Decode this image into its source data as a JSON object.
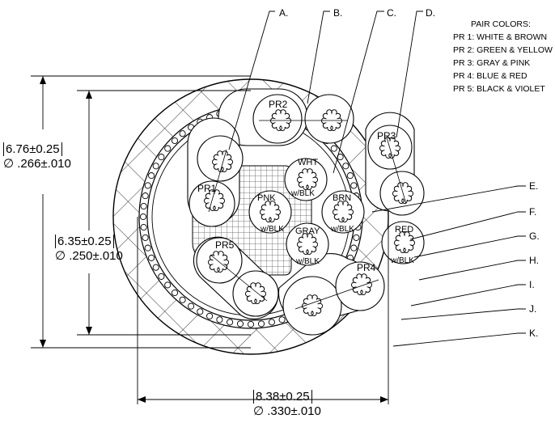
{
  "legend": {
    "title": "PAIR COLORS:",
    "items": [
      "PR 1:  WHITE & BROWN",
      "PR 2:  GREEN & YELLOW",
      "PR 3:  GRAY & PINK",
      "PR 4:  BLUE & RED",
      "PR 5:  BLACK & VIOLET"
    ]
  },
  "callouts": [
    "A.",
    "B.",
    "C.",
    "D.",
    "E.",
    "F.",
    "G.",
    "H.",
    "I.",
    "J.",
    "K."
  ],
  "pairs": {
    "pr1": "PR1",
    "pr2": "PR2",
    "pr3": "PR3",
    "pr4": "PR4",
    "pr5": "PR5"
  },
  "core": {
    "wht": "WHT",
    "brn": "BRN",
    "pnk": "PNK",
    "gray": "GRAY",
    "red": "RED",
    "wblk": "w/BLK"
  },
  "dimensions": {
    "outer_jacket": {
      "line1": "6.76±0.25",
      "line2": ".266±.010"
    },
    "inner": {
      "line1": "6.35±0.25",
      "line2": ".250±.010"
    },
    "overall": {
      "line1": "8.38±0.25",
      "line2": ".330±.010"
    }
  },
  "diameter_symbol": "∅"
}
